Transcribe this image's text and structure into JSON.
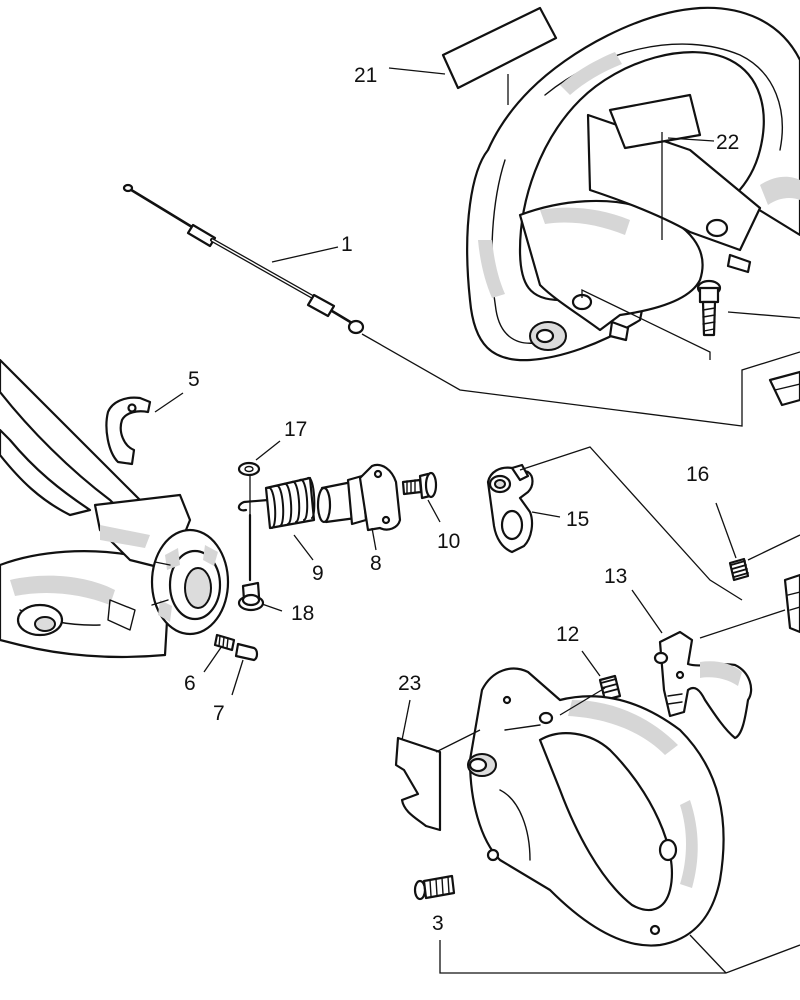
{
  "diagram": {
    "callouts": {
      "c1": "1",
      "c3": "3",
      "c5": "5",
      "c6": "6",
      "c7": "7",
      "c8": "8",
      "c9": "9",
      "c10": "10",
      "c12": "12",
      "c13": "13",
      "c15": "15",
      "c16": "16",
      "c17": "17",
      "c18": "18",
      "c21": "21",
      "c22": "22",
      "c23": "23"
    }
  }
}
